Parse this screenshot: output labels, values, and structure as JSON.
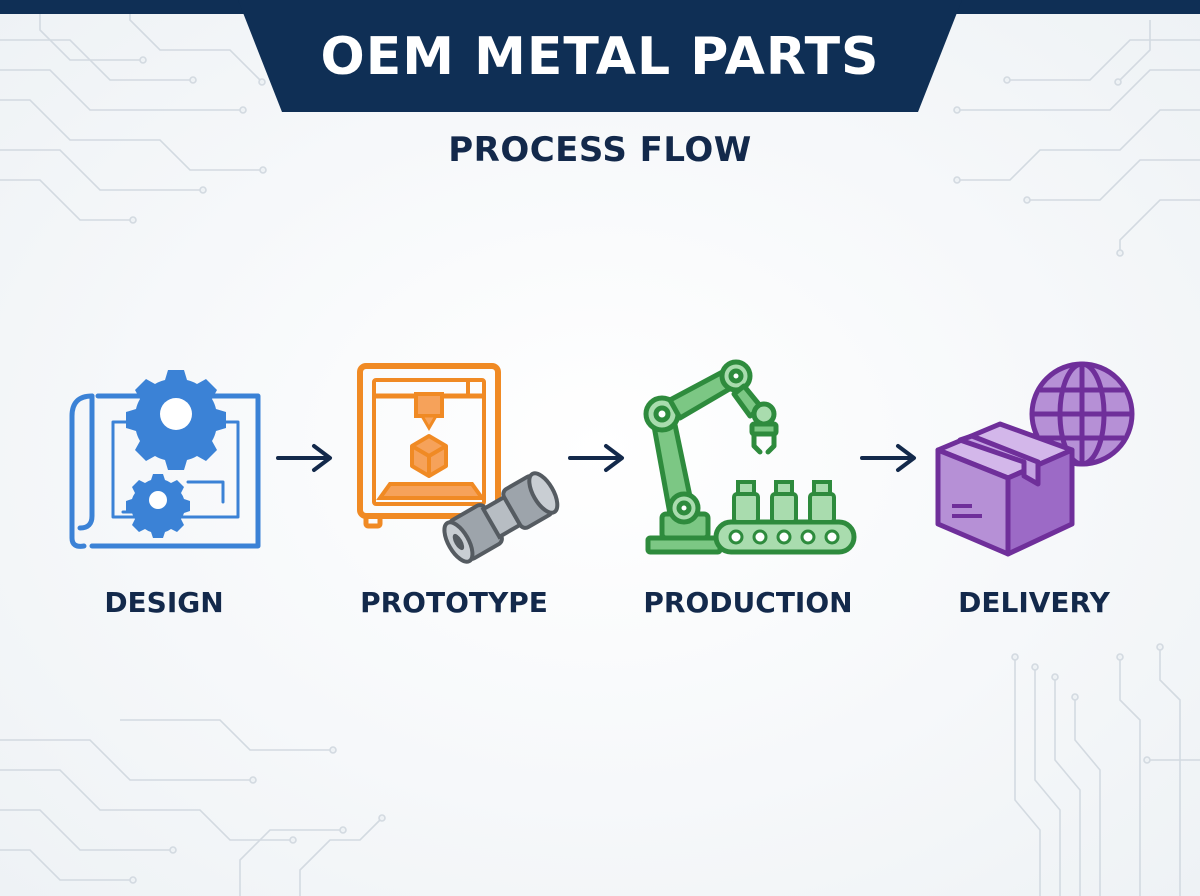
{
  "header": {
    "title": "OEM METAL PARTS",
    "subtitle": "PROCESS FLOW"
  },
  "stages": [
    {
      "label": "DESIGN",
      "icon": "blueprint-gears-icon",
      "color": "#3b82d6"
    },
    {
      "label": "PROTOTYPE",
      "icon": "3d-printer-icon",
      "color": "#f08a24"
    },
    {
      "label": "PRODUCTION",
      "icon": "robot-arm-conveyor-icon",
      "color": "#3fa04b"
    },
    {
      "label": "DELIVERY",
      "icon": "box-globe-icon",
      "color": "#8b4bb5"
    }
  ],
  "colors": {
    "banner": "#0f2f55",
    "text": "#13294b",
    "arrow": "#13294b",
    "circuit": "#d3dae1"
  }
}
